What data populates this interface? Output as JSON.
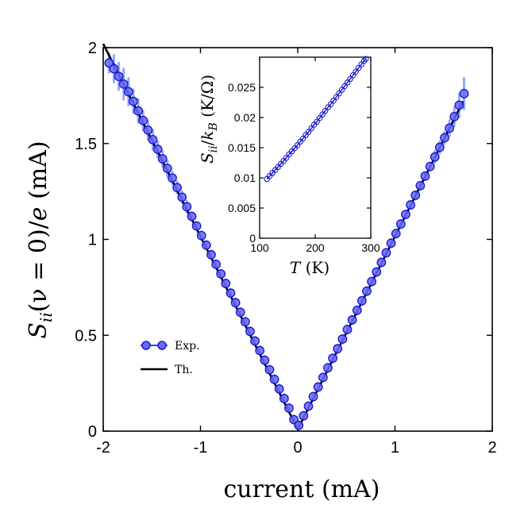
{
  "chart_data": [
    {
      "id": "main",
      "type": "scatter",
      "xlabel": "current (mA)",
      "ylabel": "S_ii(ν = 0)/e (mA)",
      "ylabel_parts": {
        "S": "S",
        "sub": "ii",
        "rest": "(ν = 0)/",
        "e": "e",
        "unit": " (mA)"
      },
      "xlim": [
        -2,
        2
      ],
      "ylim": [
        0,
        2
      ],
      "x_ticks": [
        -2,
        -1,
        0,
        1,
        2
      ],
      "x_tick_labels": [
        "-2",
        "-1",
        "0",
        "1",
        "2"
      ],
      "y_ticks": [
        0,
        0.5,
        1,
        1.5,
        2
      ],
      "y_tick_labels": [
        "0",
        "0.5",
        "1",
        "1.5",
        "2"
      ],
      "grid": false,
      "legend_position": "lower-left",
      "series": [
        {
          "name": "Exp.",
          "kind": "markers-with-errorbars",
          "color": "#3a3aff",
          "edge_color": "#1a1acc",
          "errorbar_color": "#8fa8ff",
          "x": [
            -1.94,
            -1.89,
            -1.84,
            -1.79,
            -1.74,
            -1.69,
            -1.64,
            -1.59,
            -1.54,
            -1.49,
            -1.44,
            -1.39,
            -1.34,
            -1.29,
            -1.24,
            -1.19,
            -1.14,
            -1.09,
            -1.04,
            -0.99,
            -0.94,
            -0.89,
            -0.84,
            -0.79,
            -0.74,
            -0.69,
            -0.64,
            -0.59,
            -0.54,
            -0.49,
            -0.44,
            -0.39,
            -0.34,
            -0.29,
            -0.24,
            -0.19,
            -0.14,
            -0.09,
            -0.04,
            0.01,
            0.06,
            0.11,
            0.16,
            0.21,
            0.26,
            0.31,
            0.36,
            0.41,
            0.46,
            0.51,
            0.56,
            0.61,
            0.66,
            0.71,
            0.76,
            0.81,
            0.86,
            0.91,
            0.96,
            1.01,
            1.06,
            1.11,
            1.16,
            1.21,
            1.26,
            1.31,
            1.36,
            1.41,
            1.46,
            1.51,
            1.56,
            1.61,
            1.66,
            1.71
          ],
          "y": [
            1.92,
            1.89,
            1.85,
            1.81,
            1.77,
            1.72,
            1.67,
            1.62,
            1.57,
            1.52,
            1.47,
            1.42,
            1.37,
            1.32,
            1.27,
            1.22,
            1.17,
            1.12,
            1.07,
            1.02,
            0.97,
            0.92,
            0.87,
            0.82,
            0.77,
            0.72,
            0.67,
            0.62,
            0.57,
            0.52,
            0.47,
            0.42,
            0.37,
            0.32,
            0.27,
            0.22,
            0.17,
            0.12,
            0.06,
            0.03,
            0.08,
            0.13,
            0.18,
            0.23,
            0.28,
            0.33,
            0.38,
            0.43,
            0.48,
            0.53,
            0.58,
            0.63,
            0.68,
            0.73,
            0.78,
            0.83,
            0.88,
            0.93,
            0.98,
            1.03,
            1.08,
            1.13,
            1.18,
            1.23,
            1.28,
            1.33,
            1.38,
            1.43,
            1.48,
            1.53,
            1.58,
            1.64,
            1.7,
            1.76
          ],
          "yerr": [
            0.05,
            0.07,
            0.07,
            0.08,
            0.07,
            0.06,
            0.06,
            0.05,
            0.05,
            0.05,
            0.04,
            0.04,
            0.04,
            0.03,
            0.03,
            0.03,
            0.03,
            0.02,
            0.02,
            0.02,
            0.02,
            0.02,
            0.02,
            0.02,
            0.02,
            0.02,
            0.02,
            0.02,
            0.02,
            0.02,
            0.02,
            0.02,
            0.02,
            0.02,
            0.02,
            0.02,
            0.02,
            0.02,
            0.02,
            0.02,
            0.02,
            0.02,
            0.02,
            0.02,
            0.02,
            0.02,
            0.02,
            0.02,
            0.02,
            0.02,
            0.02,
            0.02,
            0.02,
            0.02,
            0.02,
            0.02,
            0.02,
            0.02,
            0.02,
            0.02,
            0.02,
            0.02,
            0.02,
            0.02,
            0.02,
            0.02,
            0.02,
            0.03,
            0.03,
            0.03,
            0.04,
            0.05,
            0.06,
            0.08
          ]
        },
        {
          "name": "Th.",
          "kind": "line",
          "color": "#000000",
          "x": [
            -2.0,
            -0.02,
            0.0,
            0.02,
            1.7
          ],
          "y": [
            2.02,
            0.03,
            0.01,
            0.03,
            1.72
          ]
        }
      ]
    },
    {
      "id": "inset",
      "type": "scatter",
      "xlabel": "T (K)",
      "xlabel_parts": {
        "T": "T",
        "unit": " (K)"
      },
      "ylabel": "S_ii/k_B (K/Ω)",
      "ylabel_parts": {
        "S": "S",
        "sub": "ii",
        "slash": "/",
        "k": "k",
        "ksub": "B",
        "unit": " (K/Ω)"
      },
      "xlim": [
        100,
        300
      ],
      "ylim": [
        0,
        0.03
      ],
      "x_ticks": [
        100,
        200,
        300
      ],
      "x_tick_labels": [
        "100",
        "200",
        "300"
      ],
      "y_ticks": [
        0,
        0.005,
        0.01,
        0.015,
        0.02,
        0.025
      ],
      "y_tick_labels": [
        "0",
        "0.005",
        "0.01",
        "0.015",
        "0.02",
        "0.025"
      ],
      "grid": false,
      "series": [
        {
          "kind": "open-markers",
          "color": "#1a1acc",
          "x": [
            113,
            118,
            123,
            128,
            133,
            138,
            143,
            148,
            153,
            158,
            163,
            168,
            173,
            178,
            183,
            188,
            193,
            198,
            203,
            208,
            213,
            218,
            223,
            228,
            233,
            238,
            243,
            248,
            253,
            258,
            263,
            268,
            273,
            278,
            283,
            288,
            291
          ],
          "y": [
            0.0098,
            0.0103,
            0.0108,
            0.0113,
            0.0118,
            0.0123,
            0.0128,
            0.0133,
            0.0139,
            0.0144,
            0.0149,
            0.0154,
            0.016,
            0.0165,
            0.0171,
            0.0176,
            0.0182,
            0.0188,
            0.0193,
            0.0199,
            0.0205,
            0.0211,
            0.0217,
            0.0222,
            0.0228,
            0.0234,
            0.024,
            0.0246,
            0.0252,
            0.0258,
            0.0264,
            0.027,
            0.0276,
            0.0282,
            0.0288,
            0.0294,
            0.0297
          ]
        }
      ]
    }
  ],
  "legend": {
    "exp_label": "Exp.",
    "th_label": "Th."
  }
}
